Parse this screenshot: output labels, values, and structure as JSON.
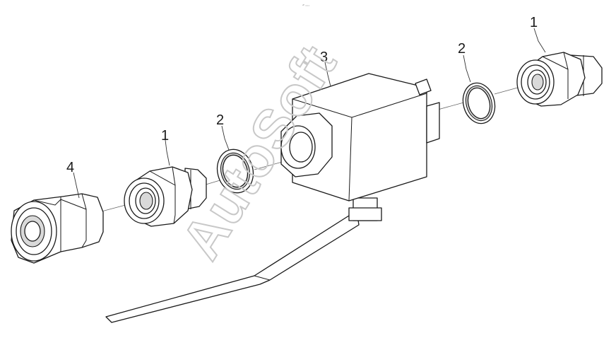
{
  "drawing": {
    "top_mark": "ᵛᴾ ₌₌₌",
    "callouts": {
      "left_nut": "4",
      "left_fitting": "1",
      "left_washer": "2",
      "valve_body": "3",
      "right_washer": "2",
      "right_fitting": "1"
    }
  },
  "watermark": {
    "text": "AutoSoft"
  },
  "colors": {
    "line": "#1a1a1a",
    "background": "#ffffff",
    "watermark": "#c8c8c8"
  }
}
